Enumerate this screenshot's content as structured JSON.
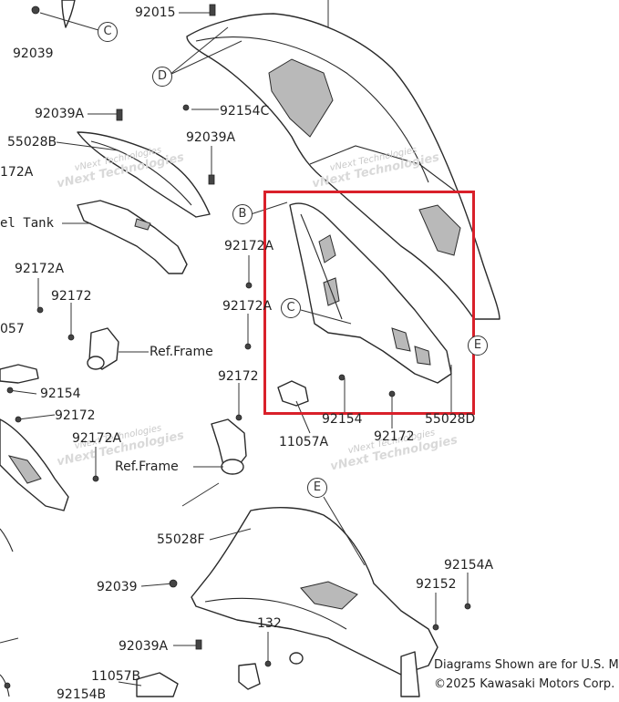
{
  "labels": {
    "p92015": "92015",
    "p92039_top": "92039",
    "p92039A_1": "92039A",
    "p92154C": "92154C",
    "p55028B": "55028B",
    "p92039A_2": "92039A",
    "p92172A_left": "172A",
    "fuel_tank": "el Tank",
    "p92172A_mid": "92172A",
    "p92172A_leftcol": "92172A",
    "p92172_leftcol": "92172",
    "p11057_left": "057",
    "ref_frame_1": "Ref.Frame",
    "p92172A_mid2": "92172A",
    "p92154_left": "92154",
    "p92172_mid": "92172",
    "p92172_left2": "92172",
    "p92172A_left2": "92172A",
    "p92154_mid": "92154",
    "p11057A": "11057A",
    "p92172_bot": "92172",
    "p55028D": "55028D",
    "ref_frame_2": "Ref.Frame",
    "p55028F": "55028F",
    "p92039_bot": "92039",
    "p92039A_bot": "92039A",
    "p132": "132",
    "p11057B": "11057B",
    "p92154B": "92154B",
    "p92152": "92152",
    "p92154A": "92154A"
  },
  "callouts": {
    "c_top": "C",
    "d_top": "D",
    "b_mid": "B",
    "c_mid": "C",
    "e_right": "E",
    "e_bottom": "E"
  },
  "watermark": {
    "line1": "vNext Technologies",
    "line2": "vNext Technologies"
  },
  "footer": {
    "line1": "Diagrams Shown are for U.S. M",
    "line2": "©2025 Kawasaki Motors Corp."
  },
  "colors": {
    "highlight": "#d9202a",
    "line": "#2a2a2a",
    "shade": "#b9b9b9"
  }
}
